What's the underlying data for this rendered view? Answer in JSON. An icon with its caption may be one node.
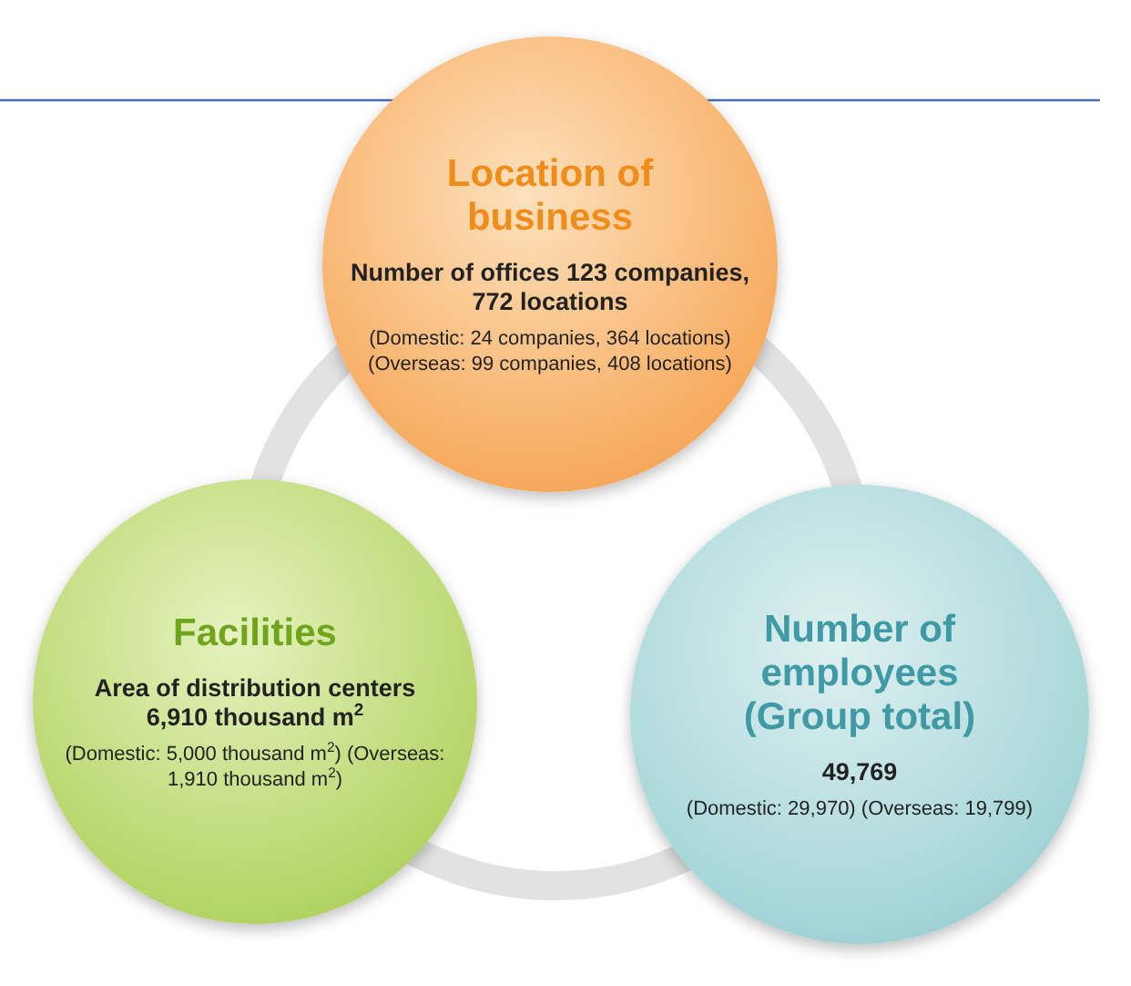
{
  "diagram": {
    "nodes": [
      {
        "text": [
          "Location of business",
          "Number of offices 123 companies, 772 locations",
          "(Domestic: 24 companies, 364 locations) (Overseas: 99 companies, 408 locations)"
        ]
      },
      {
        "text": [
          "Facilities",
          "Area of distribution centers 6,910 thousand m$^{2}$",
          "(Domestic: 5,000 thousand m$^{2}$) (Overseas: 1,910 thousand m$^{2}$)"
        ]
      },
      {
        "text": [
          "Number of employees (Group total)",
          "49,769",
          "(Domestic: 29,970) (Overseas: 19,799)"
        ]
      }
    ]
  }
}
